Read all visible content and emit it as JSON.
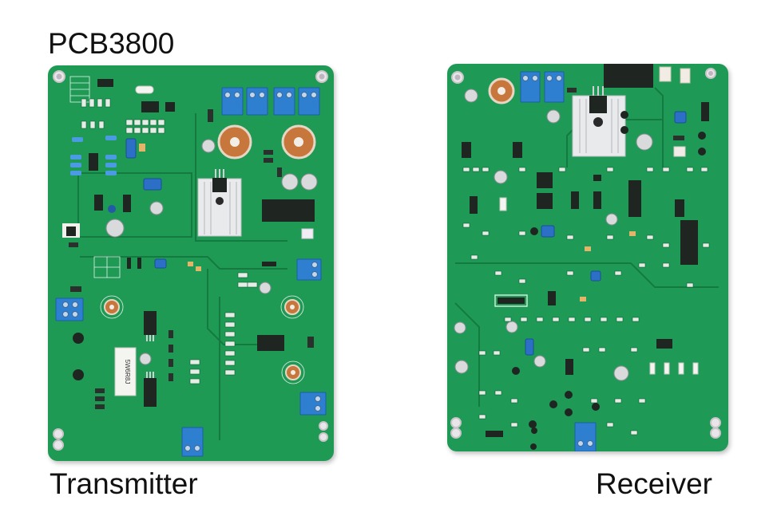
{
  "title": "PCB3800",
  "boards": [
    {
      "id": "transmitter",
      "label": "Transmitter",
      "color": "#1f9a55",
      "resistor_marking": "5W6R8J"
    },
    {
      "id": "receiver",
      "label": "Receiver",
      "color": "#1e9a56"
    }
  ],
  "colors": {
    "background": "#ffffff",
    "pcb_green": "#1f9a55",
    "terminal_blue": "#2f7fd0",
    "coil_copper": "#c8773c",
    "heatsink": "#e9eaec",
    "text": "#111111"
  }
}
